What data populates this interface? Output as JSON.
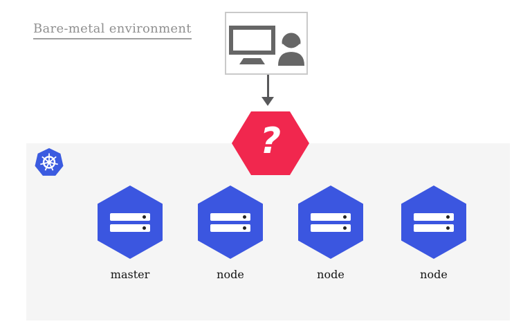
{
  "title": "Bare-metal environment",
  "user_terminal": {
    "icons": [
      "monitor-icon",
      "person-icon"
    ]
  },
  "question_badge": {
    "symbol": "?",
    "color": "#f1274e"
  },
  "cluster": {
    "platform_icon": "kubernetes-logo",
    "panel_color": "#f5f5f5",
    "node_color": "#3b56e0",
    "node_icon": "server-icon",
    "nodes": [
      {
        "label": "master"
      },
      {
        "label": "node"
      },
      {
        "label": "node"
      },
      {
        "label": "node"
      }
    ]
  },
  "colors": {
    "title_text": "#8f8f8f",
    "icon_gray": "#666666",
    "arrow": "#58585a",
    "label_text": "#141414",
    "box_border": "#c9c9c9"
  }
}
